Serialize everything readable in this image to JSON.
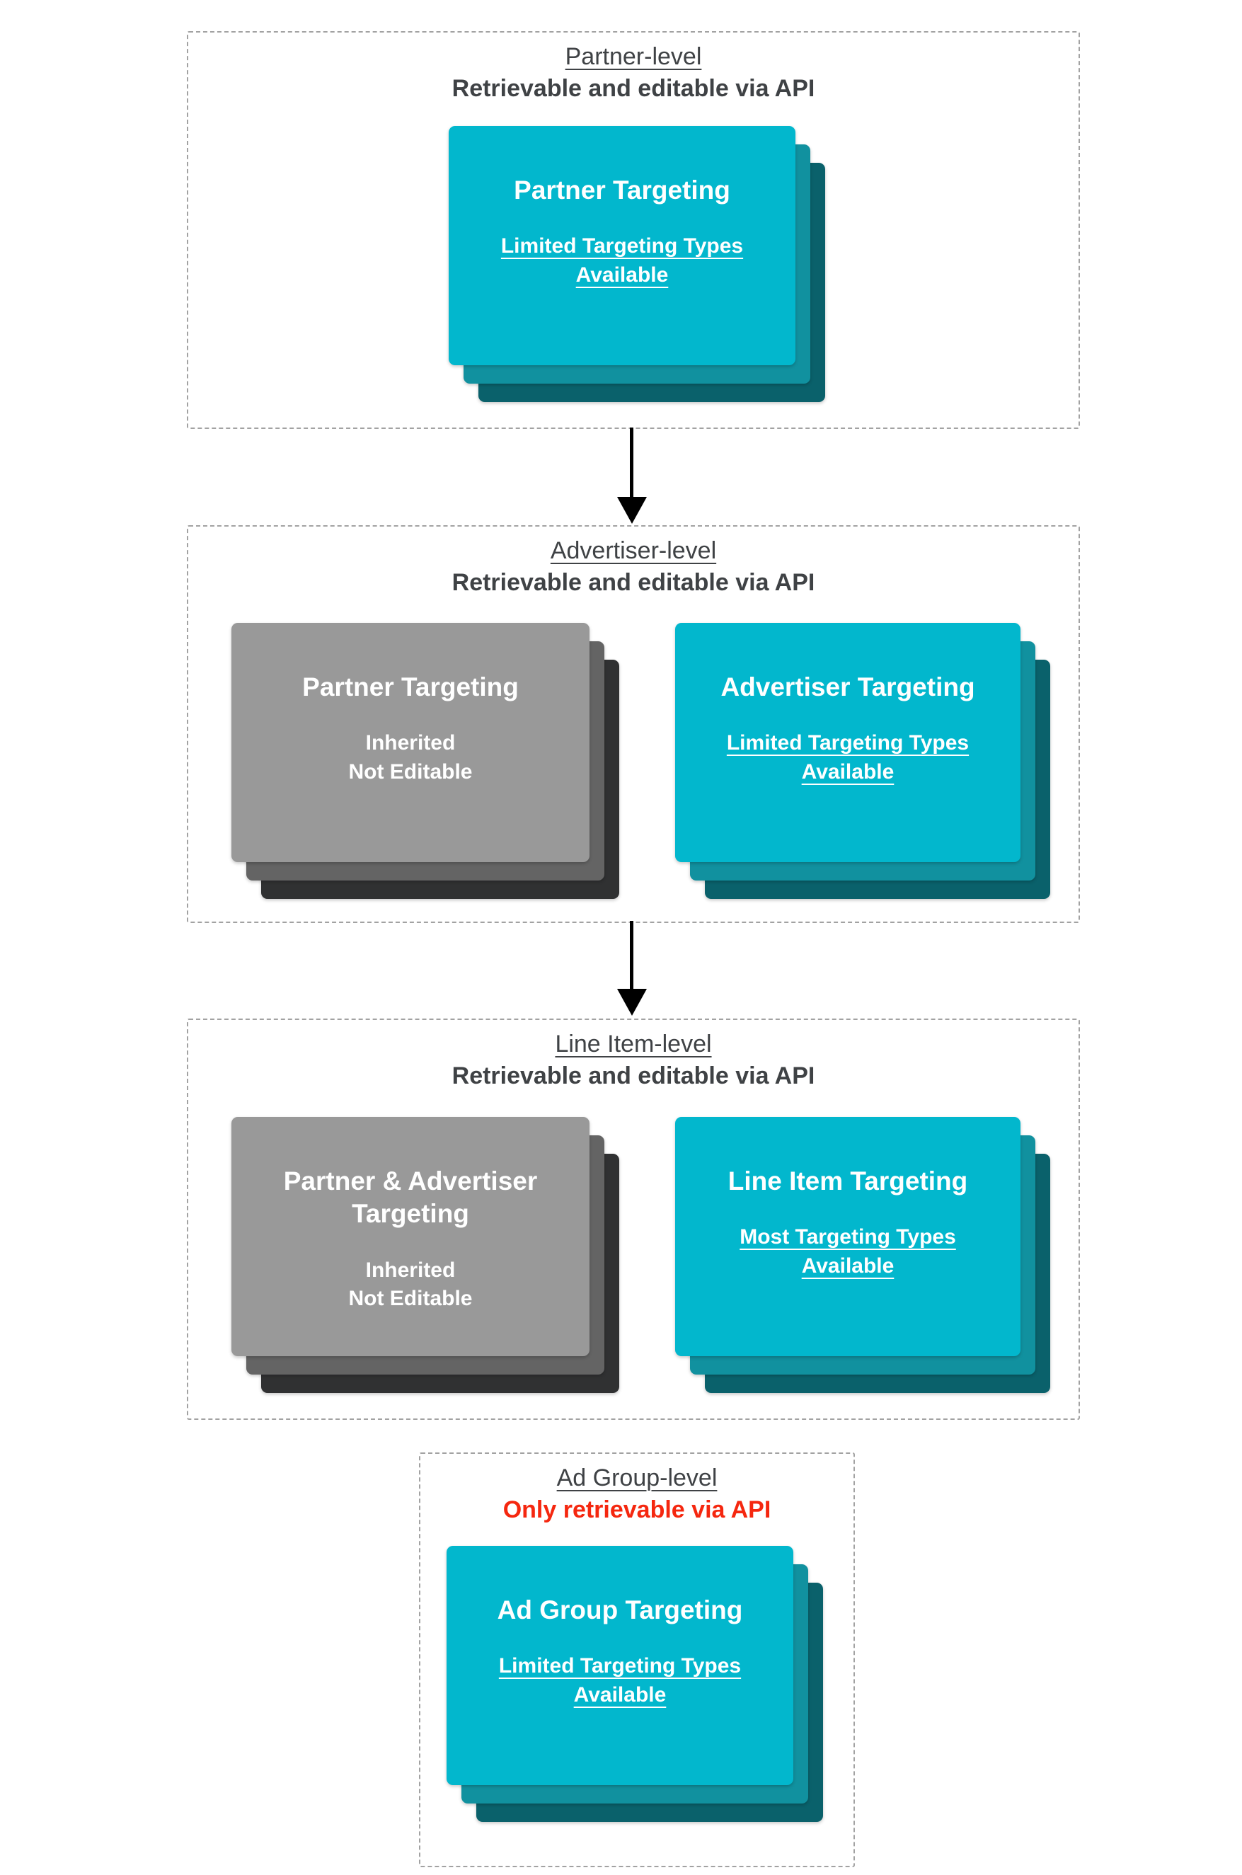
{
  "palette": {
    "teal_card_front": "#02b7cd",
    "teal_card_middle": "#11919f",
    "teal_card_back": "#0a616b",
    "gray_card_front": "#999999",
    "gray_card_middle": "#646464",
    "gray_card_back": "#303132",
    "header_text": "#3f4245",
    "red_highlight_text": "#f5270f",
    "card_text": "#ffffff",
    "dashed_border": "#a2a2a2",
    "arrow": "#000000"
  },
  "sections": [
    {
      "title": "Partner-level",
      "subtitle": "Retrievable and editable via API",
      "cards": [
        {
          "variant": "teal",
          "title": "Partner Targeting",
          "lines": [
            "Limited Targeting Types",
            "Available"
          ],
          "lines_underlined": true
        }
      ]
    },
    {
      "title": "Advertiser-level",
      "subtitle": "Retrievable and editable via API",
      "cards": [
        {
          "variant": "gray",
          "title": "Partner Targeting",
          "lines": [
            "Inherited",
            "Not Editable"
          ],
          "lines_underlined": false
        },
        {
          "variant": "teal",
          "title": "Advertiser Targeting",
          "lines": [
            "Limited Targeting Types",
            "Available"
          ],
          "lines_underlined": true
        }
      ]
    },
    {
      "title": "Line Item-level",
      "subtitle": "Retrievable and editable via API",
      "cards": [
        {
          "variant": "gray",
          "title": "Partner & Advertiser Targeting",
          "lines": [
            "Inherited",
            "Not Editable"
          ],
          "lines_underlined": false
        },
        {
          "variant": "teal",
          "title": "Line Item Targeting",
          "lines": [
            "Most Targeting Types",
            "Available"
          ],
          "lines_underlined": true
        }
      ]
    },
    {
      "title": "Ad Group-level",
      "subtitle": "Only retrievable via API",
      "subtitle_is_red": true,
      "cards": [
        {
          "variant": "teal",
          "title": "Ad Group Targeting",
          "lines": [
            "Limited Targeting Types",
            "Available"
          ],
          "lines_underlined": true
        }
      ]
    }
  ]
}
